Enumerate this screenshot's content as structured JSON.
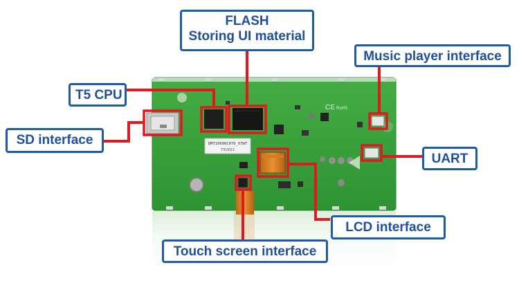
{
  "labels": {
    "flash_title": "FLASH",
    "flash_sub": "Storing UI material",
    "music": "Music player interface",
    "t5cpu": "T5 CPU",
    "sd": "SD interface",
    "uart": "UART",
    "lcd": "LCD interface",
    "touch": "Touch screen interface"
  },
  "board": {
    "ce_mark": "CE",
    "rohs_mark": "RoHS",
    "sticker_line1": "DMT10600C070_07WT",
    "sticker_line2": "T5UID1"
  },
  "colors": {
    "label_border": "#1f5aa8",
    "label_text": "#1f4f9a",
    "callout": "#e0181f",
    "pcb": "#3aa13a"
  }
}
